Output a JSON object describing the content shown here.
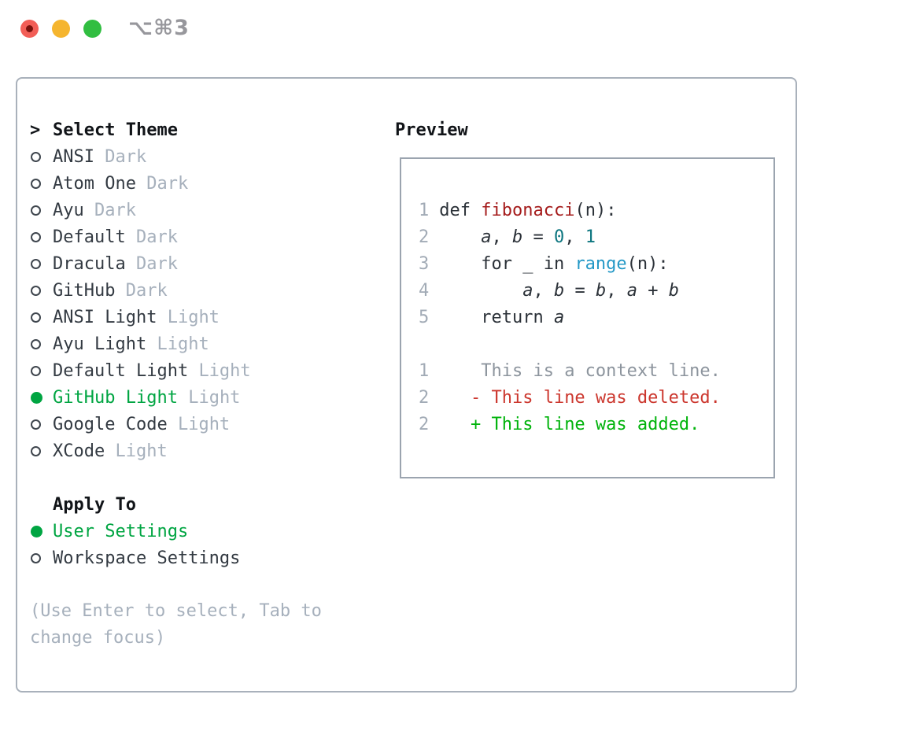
{
  "titlebar": {
    "title": "⌥⌘3",
    "buttons": [
      "close",
      "minimize",
      "zoom"
    ]
  },
  "theme_panel": {
    "header": {
      "prompt": ">",
      "label": "Select Theme"
    },
    "themes": [
      {
        "name": "ANSI",
        "variant": "Dark",
        "selected": false
      },
      {
        "name": "Atom One",
        "variant": "Dark",
        "selected": false
      },
      {
        "name": "Ayu",
        "variant": "Dark",
        "selected": false
      },
      {
        "name": "Default",
        "variant": "Dark",
        "selected": false
      },
      {
        "name": "Dracula",
        "variant": "Dark",
        "selected": false
      },
      {
        "name": "GitHub",
        "variant": "Dark",
        "selected": false
      },
      {
        "name": "ANSI Light",
        "variant": "Light",
        "selected": false
      },
      {
        "name": "Ayu Light",
        "variant": "Light",
        "selected": false
      },
      {
        "name": "Default Light",
        "variant": "Light",
        "selected": false
      },
      {
        "name": "GitHub Light",
        "variant": "Light",
        "selected": true
      },
      {
        "name": "Google Code",
        "variant": "Light",
        "selected": false
      },
      {
        "name": "XCode",
        "variant": "Light",
        "selected": false
      }
    ],
    "apply_to": {
      "label": "Apply To",
      "options": [
        {
          "name": "User Settings",
          "selected": true
        },
        {
          "name": "Workspace Settings",
          "selected": false
        }
      ]
    },
    "help_lines": [
      "(Use Enter to select, Tab to",
      "change focus)"
    ]
  },
  "preview": {
    "title": "Preview",
    "code_lines": [
      {
        "num": "1",
        "segments": [
          {
            "text": "def ",
            "style": "plain"
          },
          {
            "text": "fibonacci",
            "style": "func"
          },
          {
            "text": "(n):",
            "style": "plain"
          }
        ]
      },
      {
        "num": "2",
        "segments": [
          {
            "text": "    ",
            "style": "plain"
          },
          {
            "text": "a",
            "style": "var"
          },
          {
            "text": ", ",
            "style": "plain"
          },
          {
            "text": "b",
            "style": "var"
          },
          {
            "text": " = ",
            "style": "plain"
          },
          {
            "text": "0",
            "style": "num"
          },
          {
            "text": ", ",
            "style": "plain"
          },
          {
            "text": "1",
            "style": "num"
          }
        ]
      },
      {
        "num": "3",
        "segments": [
          {
            "text": "    for _ in ",
            "style": "plain"
          },
          {
            "text": "range",
            "style": "builtin"
          },
          {
            "text": "(n):",
            "style": "plain"
          }
        ]
      },
      {
        "num": "4",
        "segments": [
          {
            "text": "        ",
            "style": "plain"
          },
          {
            "text": "a",
            "style": "var"
          },
          {
            "text": ", ",
            "style": "plain"
          },
          {
            "text": "b",
            "style": "var"
          },
          {
            "text": " = ",
            "style": "plain"
          },
          {
            "text": "b",
            "style": "var"
          },
          {
            "text": ", ",
            "style": "plain"
          },
          {
            "text": "a",
            "style": "var"
          },
          {
            "text": " + ",
            "style": "plain"
          },
          {
            "text": "b",
            "style": "var"
          }
        ]
      },
      {
        "num": "5",
        "segments": [
          {
            "text": "    return ",
            "style": "plain"
          },
          {
            "text": "a",
            "style": "var"
          }
        ]
      },
      {
        "num": "",
        "segments": []
      },
      {
        "num": "1",
        "segments": [
          {
            "text": "    This is a context line.",
            "style": "context"
          }
        ]
      },
      {
        "num": "2",
        "segments": [
          {
            "text": "   - This line was deleted.",
            "style": "deleted"
          }
        ]
      },
      {
        "num": "2",
        "segments": [
          {
            "text": "   + This line was added.",
            "style": "added"
          }
        ]
      }
    ]
  },
  "colors": {
    "selection_green": "#00a542",
    "added_green": "#00b30b",
    "deleted_red": "#cc372e",
    "function_red": "#a51c1c",
    "number_teal": "#0d7680",
    "builtin_blue": "#2398c6",
    "muted_gray": "#a6b0bc",
    "panel_border": "#a9b1bb"
  }
}
